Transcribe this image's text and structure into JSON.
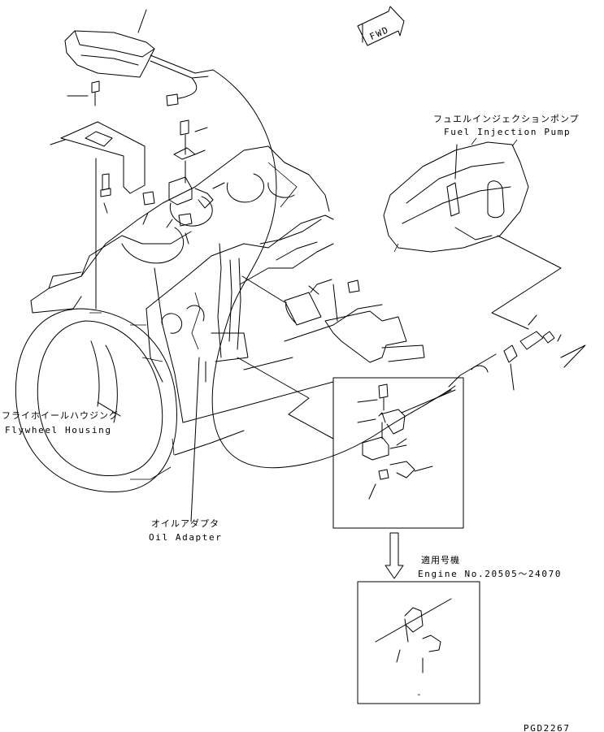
{
  "fwd_label": "FWD",
  "callouts": {
    "fuel_injection_pump_jp": "フュエルインジェクションポンプ",
    "fuel_injection_pump_en": "Fuel Injection Pump",
    "flywheel_housing_jp": "フライホイールハウジング",
    "flywheel_housing_en": "Flywheel Housing",
    "oil_adapter_jp": "オイルアダプタ",
    "oil_adapter_en": "Oil Adapter"
  },
  "applicability": {
    "jp": "適用号機",
    "en": "Engine No.20505～24070"
  },
  "drawing_number": "PGD2267",
  "detail_mark": "-"
}
